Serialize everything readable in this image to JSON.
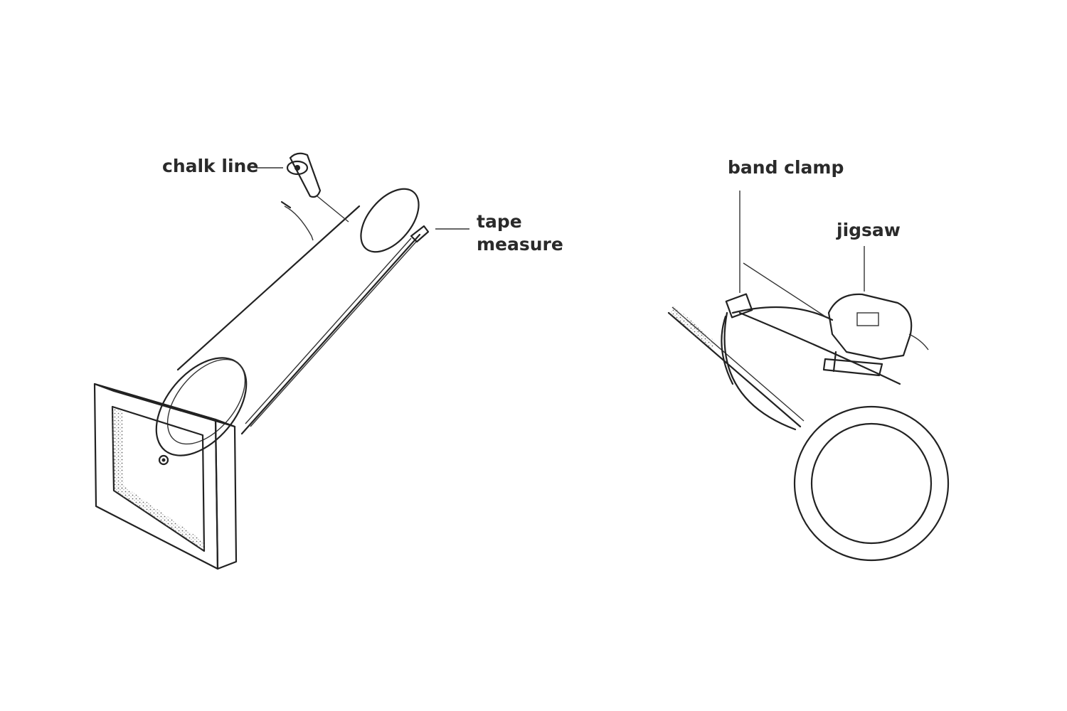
{
  "figure_left": {
    "labels": {
      "chalk_line": "chalk line",
      "tape_measure_line1": "tape",
      "tape_measure_line2": "measure"
    }
  },
  "figure_right": {
    "labels": {
      "band_clamp": "band clamp",
      "jigsaw": "jigsaw"
    }
  }
}
